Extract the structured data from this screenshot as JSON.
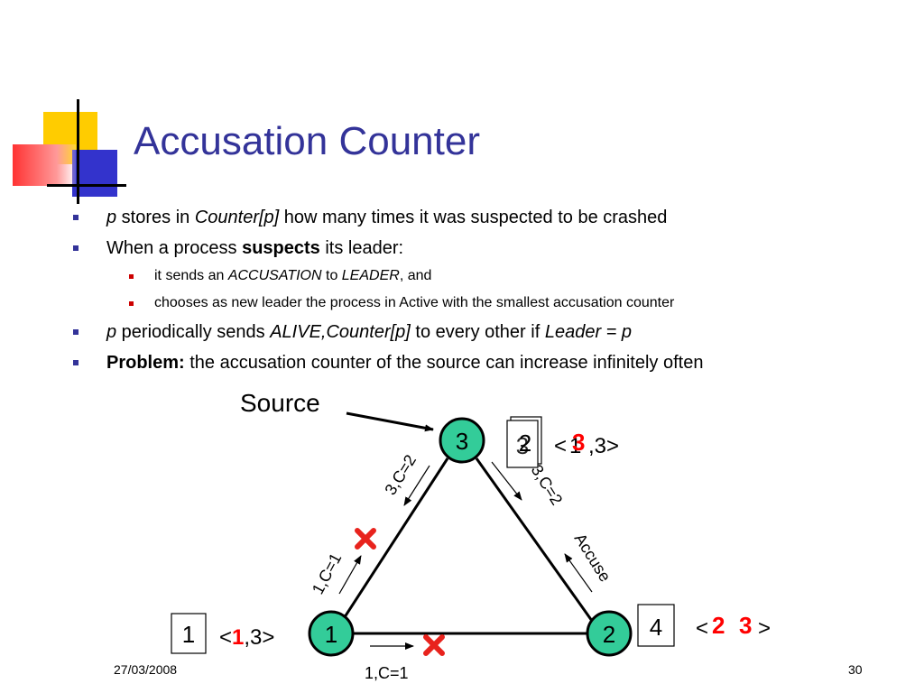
{
  "slide": {
    "title": "Accusation Counter",
    "date": "27/03/2008",
    "page_number": "30"
  },
  "bullets": {
    "b1": {
      "p": "p",
      "t1": " stores in ",
      "counter": "Counter[p]",
      "t2": " how many times it was suspected to be crashed"
    },
    "b2": {
      "t1": "When a process ",
      "suspects": "suspects",
      "t2": " its leader:"
    },
    "b2a": {
      "t1": "it sends an ",
      "accusation": "ACCUSATION",
      "t2": " to ",
      "leader": "LEADER",
      "t3": ", and"
    },
    "b2b": {
      "text": "chooses as new leader the process in Active with the smallest accusation counter"
    },
    "b3": {
      "p": "p",
      "t1": " periodically sends ",
      "alive": "ALIVE,Counter[p]",
      "t2": " to every other if ",
      "cond": "Leader = p"
    },
    "b4": {
      "problem": "Problem:",
      "text": " the accusation counter of the source can increase infinitely often"
    }
  },
  "diagram": {
    "source_label": "Source",
    "nodes": {
      "n1": "1",
      "n2": "2",
      "n3": "3"
    },
    "counter_boxes": {
      "n1": "1",
      "n2": "4",
      "n3_back": "2",
      "n3_front": "3"
    },
    "tuples": {
      "n1": {
        "open": "<",
        "value": "1",
        "rest": ",3>"
      },
      "n2": {
        "open": "<",
        "back": "2",
        "front": "3",
        "rest": ">"
      },
      "n3": {
        "open": "<",
        "back": "1",
        "front": "3",
        "rest": ",3>"
      }
    },
    "edge_labels": {
      "left_up": "1,C=1",
      "bottom": "1,C=1",
      "left_down": "3,C=2",
      "right_down": "3,C=2",
      "accuse": "Accuse"
    },
    "colors": {
      "node_fill": "#33cc99",
      "highlight": "#ff0000",
      "title": "#333399",
      "cross": "#e8231d"
    }
  }
}
